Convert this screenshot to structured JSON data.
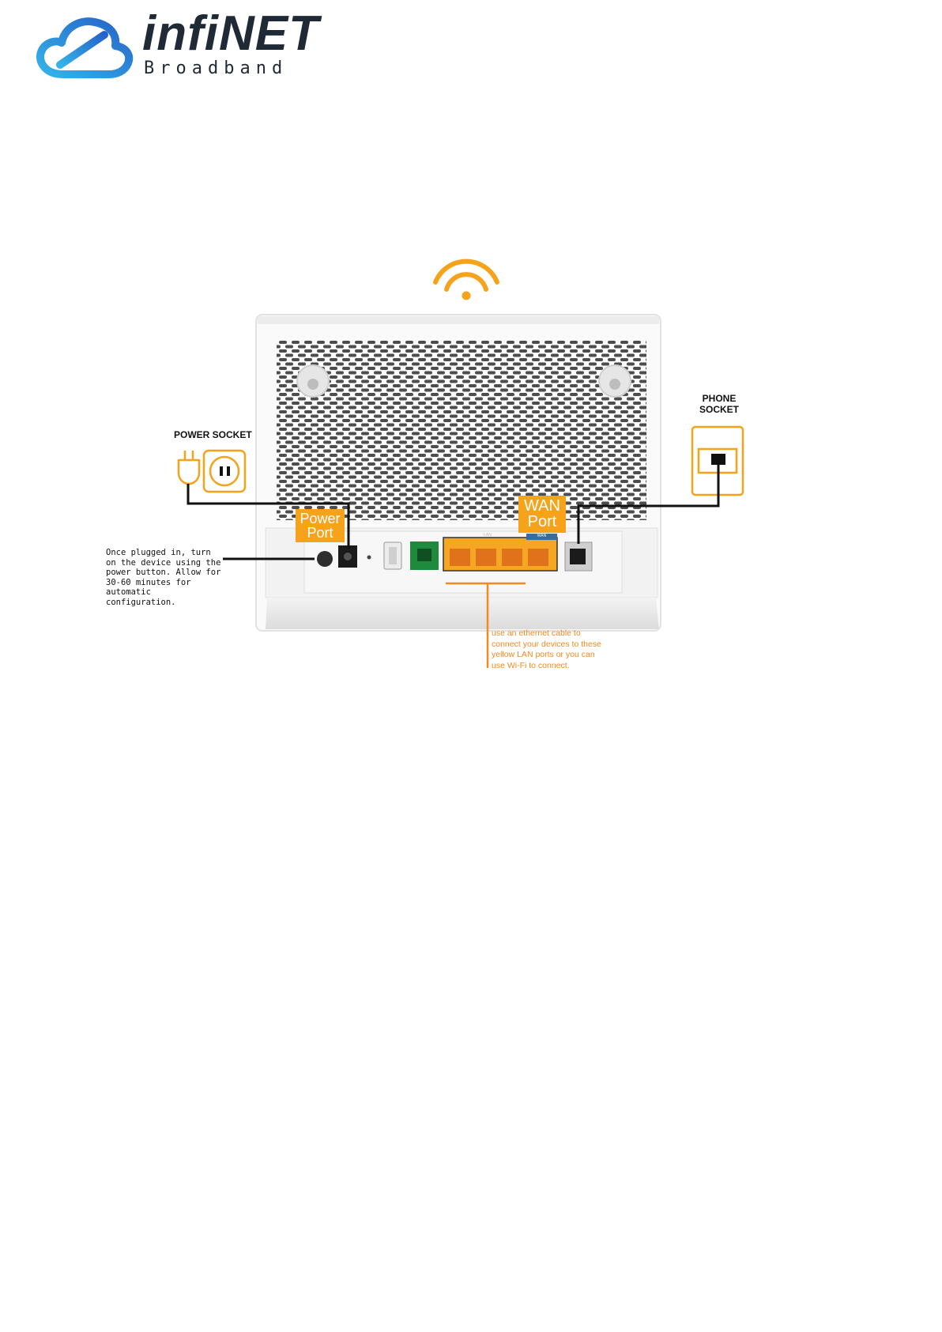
{
  "brand": {
    "name": "infiNET",
    "sub": "Broadband"
  },
  "labels": {
    "power_socket": "POWER SOCKET",
    "phone_socket": "PHONE SOCKET",
    "power_port": [
      "Power",
      "Port"
    ],
    "wan_port": [
      "WAN",
      "Port"
    ],
    "power_note": "Once plugged in, turn on the device using the power button. Allow for 30-60 minutes for automatic configuration.",
    "lan_note": "use an ethernet cable to connect your devices to these yellow LAN ports or you can use Wi-Fi to connect."
  },
  "router_panel": {
    "lan_header": "LAN",
    "wan_header": "WAN"
  },
  "icons": [
    "cloud-logo-icon",
    "wifi-icon",
    "plug-icon",
    "power-outlet-icon",
    "phone-jack-icon",
    "router-image"
  ],
  "colors": {
    "accent": "#f7a21b",
    "note": "#f28a1e",
    "logo_blue": "#2b8fd6",
    "cable": "#111111",
    "lan_panel": "#f5a623",
    "phone_port": "#1d8a3c"
  }
}
